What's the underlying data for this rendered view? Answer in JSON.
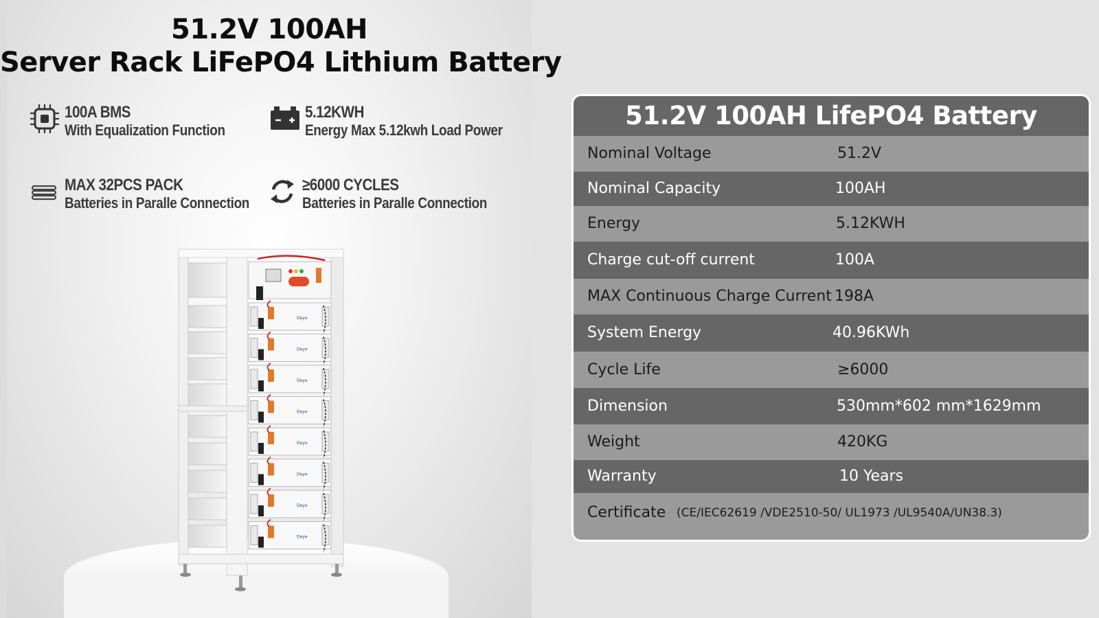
{
  "title": {
    "line1": "51.2V 100AH",
    "line2": "Server Rack LiFePO4 Lithium Battery"
  },
  "features": [
    {
      "icon": "chip-icon",
      "heading": "100A BMS",
      "sub": "With Equalization Function"
    },
    {
      "icon": "battery-icon",
      "heading": "5.12KWH",
      "sub": "Energy Max 5.12kwh Load Power"
    },
    {
      "icon": "stack-icon",
      "heading": "MAX 32PCS PACK",
      "sub": "Batteries in Paralle Connection"
    },
    {
      "icon": "cycle-icon",
      "heading": "≥6000 CYCLES",
      "sub": "Batteries in Paralle Connection"
    }
  ],
  "product": {
    "brand_label": "Deye",
    "module_count": 8
  },
  "spec_table": {
    "header": "51.2V 100AH LifePO4 Battery",
    "rows": [
      {
        "label": "Nominal Voltage",
        "value": "51.2V"
      },
      {
        "label": "Nominal Capacity",
        "value": "100AH"
      },
      {
        "label": "Energy",
        "value": "5.12KWH"
      },
      {
        "label": "Charge cut-off current",
        "value": "100A"
      },
      {
        "label": "MAX Continuous Charge Current",
        "value": "198A"
      },
      {
        "label": "System Energy",
        "value": "40.96KWh"
      },
      {
        "label": "Cycle Life",
        "value": "≥6000"
      },
      {
        "label": "Dimension",
        "value": "530mm*602 mm*1629mm"
      },
      {
        "label": "Weight",
        "value": "420KG"
      },
      {
        "label": "Warranty",
        "value": "10 Years"
      },
      {
        "label": "Certificate",
        "value": "(CE/IEC62619 /VDE2510-50/ UL1973 /UL9540A/UN38.3)"
      }
    ]
  },
  "colors": {
    "table_dark": "#666666",
    "table_light": "#9a9a9a",
    "accent_orange": "#e07a2a",
    "text_dark": "#0d0d0d"
  }
}
